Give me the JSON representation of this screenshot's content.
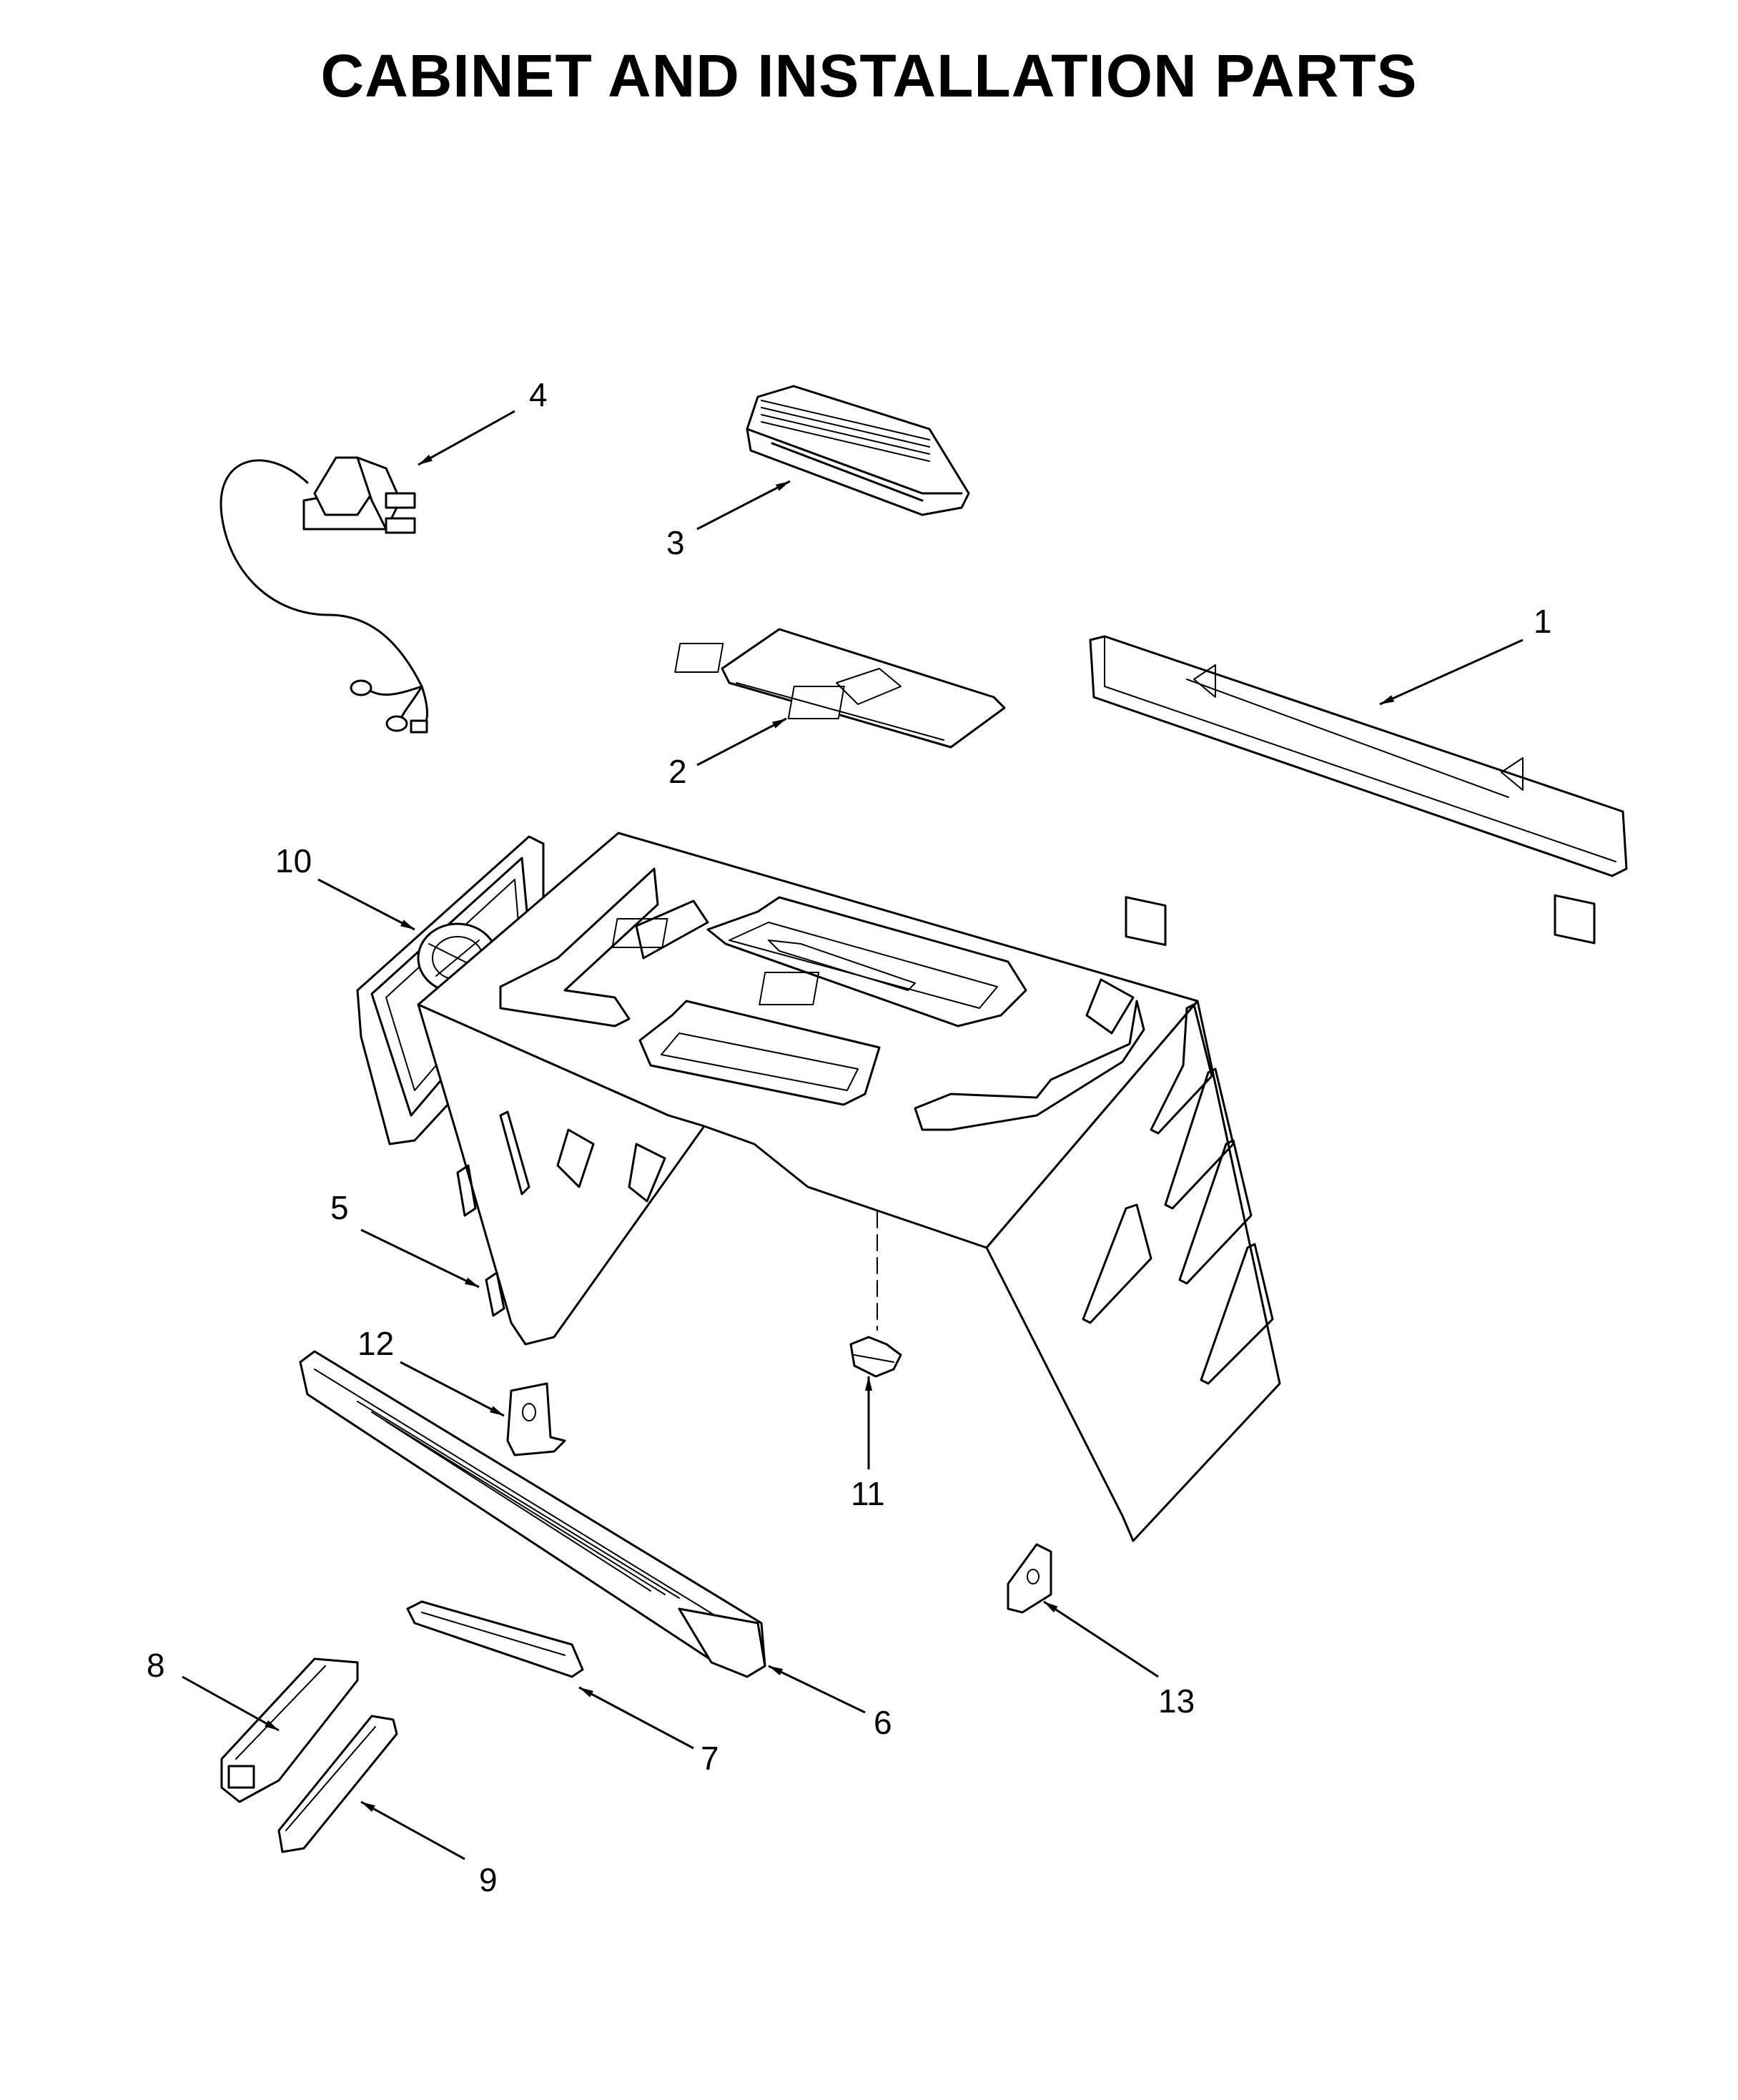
{
  "title": "CABINET AND INSTALLATION PARTS",
  "callouts": [
    "1",
    "2",
    "3",
    "4",
    "5",
    "6",
    "7",
    "8",
    "9",
    "10",
    "11",
    "12",
    "13"
  ]
}
